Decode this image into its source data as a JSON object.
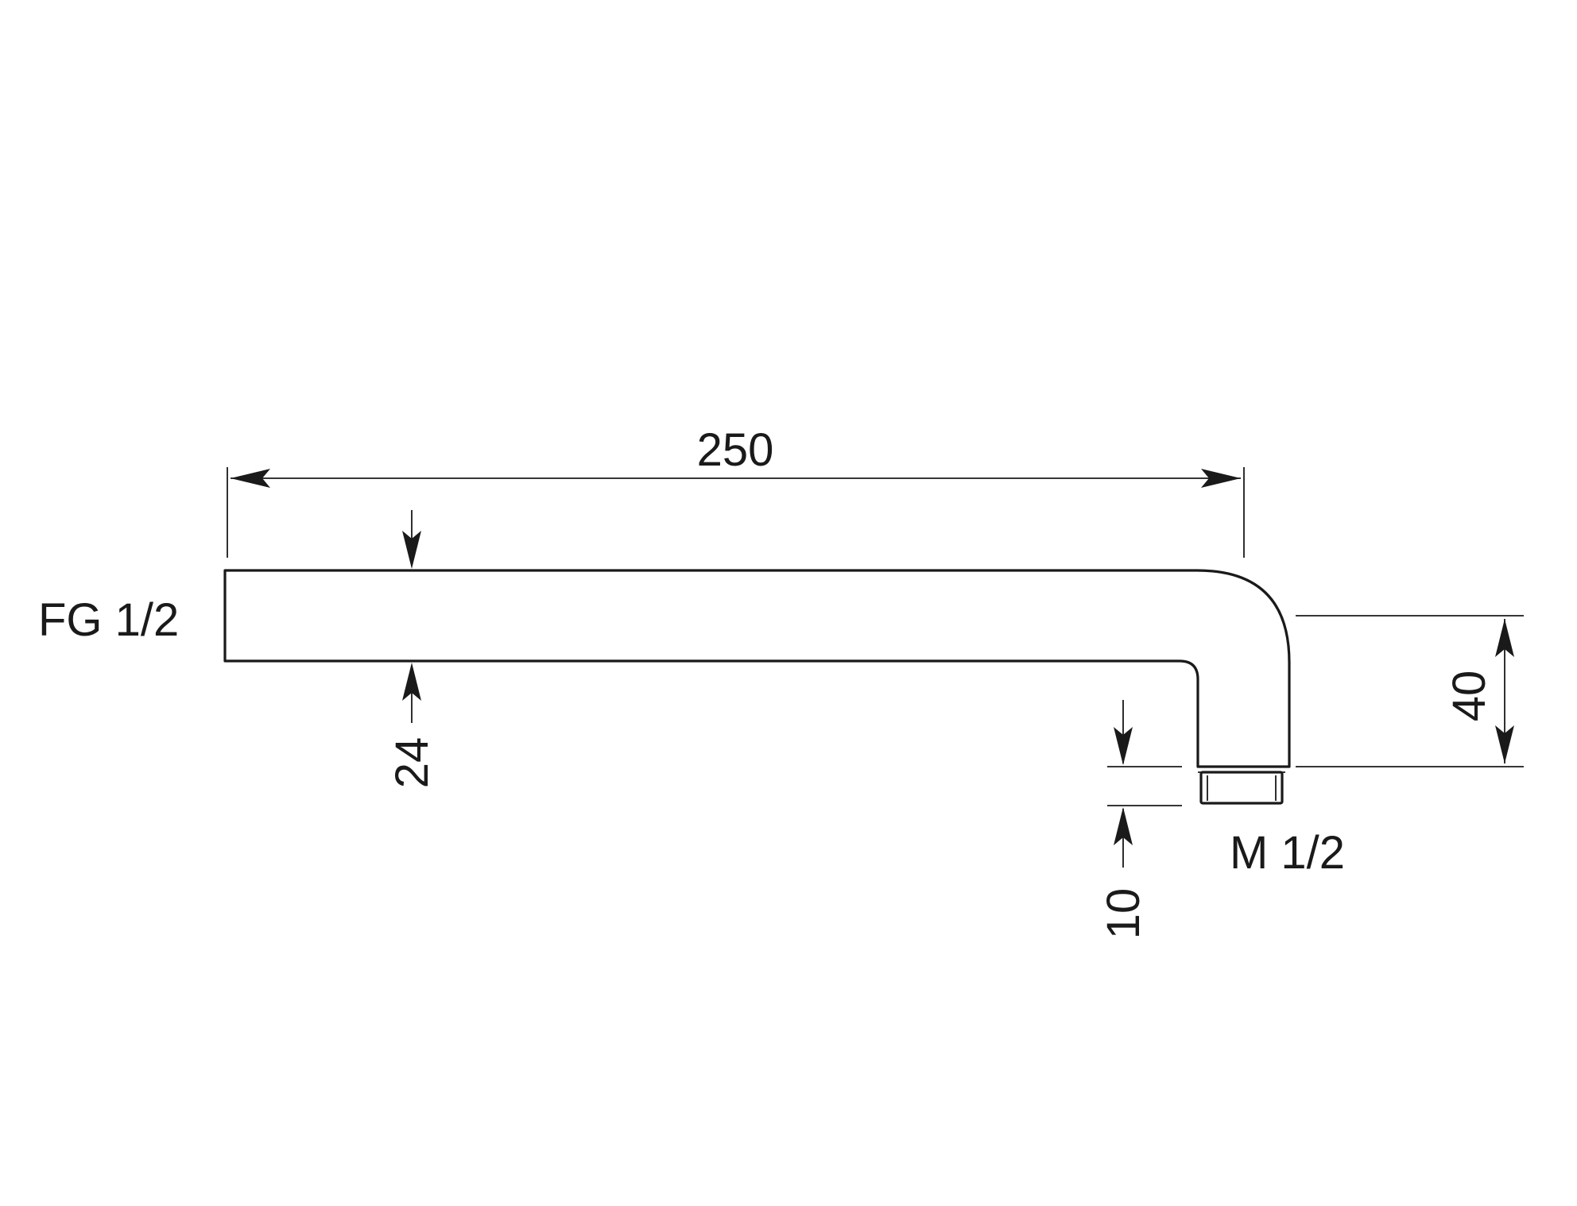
{
  "dimensions": {
    "length": "250",
    "diameter": "24",
    "drop_height": "40",
    "thread_length": "10"
  },
  "connections": {
    "inlet_thread": "FG 1/2",
    "outlet_thread": "M 1/2"
  }
}
